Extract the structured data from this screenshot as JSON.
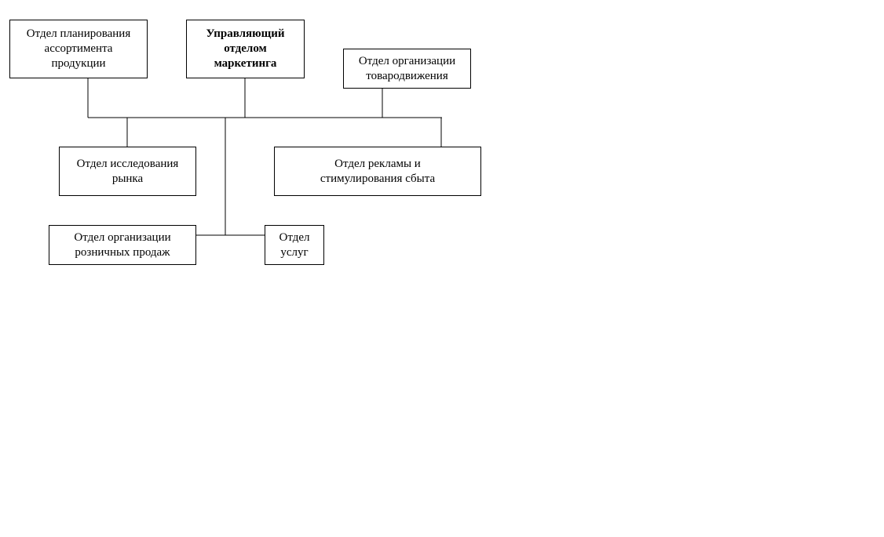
{
  "diagram": {
    "nodes": {
      "assortment": "Отдел планирования\nассортимента\nпродукции",
      "head": "Управляющий\nотделом\nмаркетинга",
      "distribution": "Отдел организации\nтовародвижения",
      "market_research": "Отдел исследования\nрынка",
      "advertising": "Отдел рекламы и\nстимулирования сбыта",
      "retail": "Отдел организации\nрозничных продаж",
      "services": "Отдел\nуслуг"
    }
  }
}
